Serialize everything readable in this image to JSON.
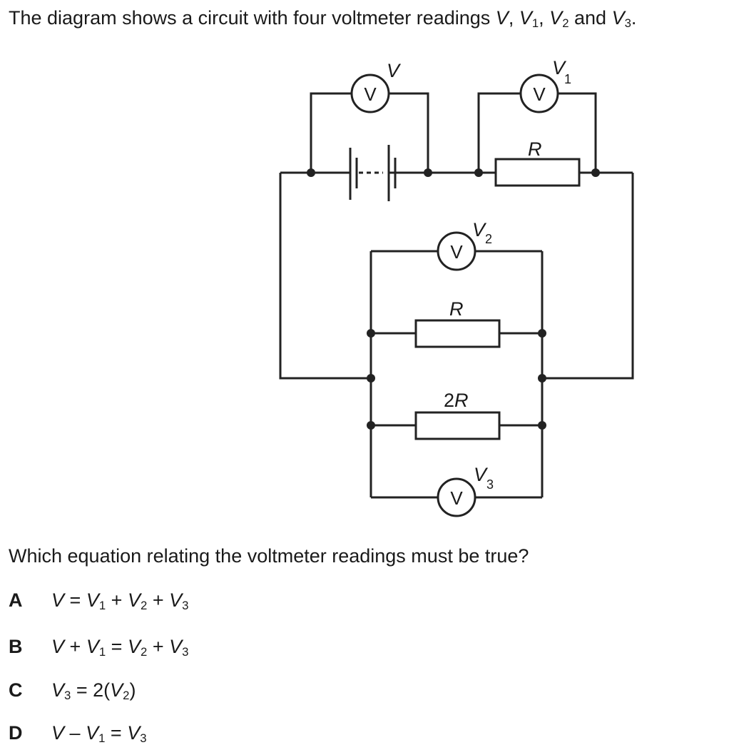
{
  "question": {
    "intro_text": "The diagram shows a circuit with four voltmeter readings",
    "intro_vars": {
      "v": "V",
      "v1": "V",
      "v1_sub": "1",
      "v2": "V",
      "v2_sub": "2",
      "and": "and",
      "v3": "V",
      "v3_sub": "3"
    },
    "stem": "Which equation relating the voltmeter readings must be true?"
  },
  "diagram": {
    "meter_symbol": "V",
    "labels": {
      "v": "V",
      "v1": "V",
      "v1_sub": "1",
      "v2": "V",
      "v2_sub": "2",
      "v3": "V",
      "v3_sub": "3",
      "r_top": "R",
      "r_mid": "R",
      "r_2r_prefix": "2",
      "r_2r_var": "R"
    }
  },
  "options": [
    {
      "letter": "A",
      "a": "V",
      "op1": "=",
      "b": "V",
      "b_sub": "1",
      "op2": "+",
      "c": "V",
      "c_sub": "2",
      "op3": "+",
      "d": "V",
      "d_sub": "3"
    },
    {
      "letter": "B",
      "a": "V",
      "op1": "+",
      "b": "V",
      "b_sub": "1",
      "op2": "=",
      "c": "V",
      "c_sub": "2",
      "op3": "+",
      "d": "V",
      "d_sub": "3"
    },
    {
      "letter": "C",
      "a": "V",
      "a_sub": "3",
      "op1": "= 2(",
      "b": "V",
      "b_sub": "2",
      "close": ")"
    },
    {
      "letter": "D",
      "a": "V",
      "op1": "–",
      "b": "V",
      "b_sub": "1",
      "op2": "=",
      "c": "V",
      "c_sub": "3"
    }
  ]
}
